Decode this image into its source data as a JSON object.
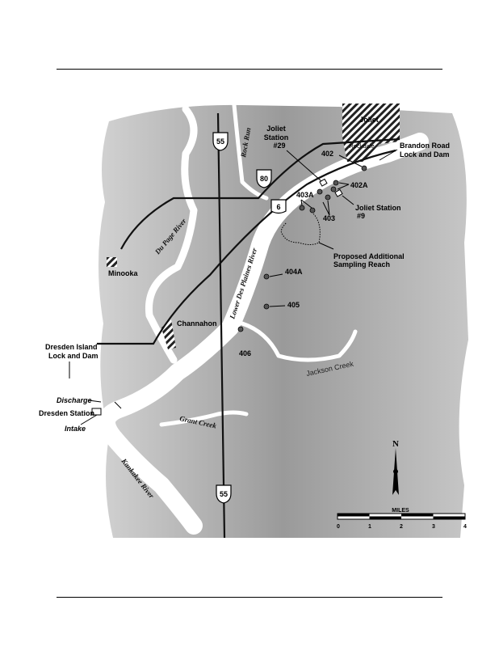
{
  "map": {
    "cities": {
      "joliet": "Joliet",
      "rockdale": "Rockdale",
      "minooka": "Minooka",
      "channahon": "Channahon"
    },
    "stations": {
      "s402": "402",
      "s402a": "402A",
      "s403": "403",
      "s403a": "403A",
      "s404a": "404A",
      "s405": "405",
      "s406": "406"
    },
    "features": {
      "joliet29_l1": "Joliet",
      "joliet29_l2": "Station",
      "joliet29_l3": "#29",
      "joliet9_l1": "Joliet Station",
      "joliet9_l2": "#9",
      "brandon_l1": "Brandon Road",
      "brandon_l2": "Lock and Dam",
      "reach_l1": "Proposed Additional",
      "reach_l2": "Sampling Reach",
      "dresden_lock_l1": "Dresden Island",
      "dresden_lock_l2": "Lock and Dam",
      "discharge": "Discharge",
      "dresden_station": "Dresden Station",
      "intake": "Intake"
    },
    "rivers": {
      "rock_run": "Rock Run",
      "du_page": "Du Page River",
      "lower_des_plaines": "Lower Des Plaines River",
      "jackson": "Jackson Creek",
      "grant": "Grant Creek",
      "kankakee": "Kankakee River"
    },
    "shields": {
      "i55_top": "55",
      "i80": "80",
      "us6": "6",
      "i55_bottom": "55"
    },
    "north": "N",
    "scale": {
      "title": "MILES",
      "ticks": [
        "0",
        "1",
        "2",
        "3",
        "4"
      ]
    }
  }
}
